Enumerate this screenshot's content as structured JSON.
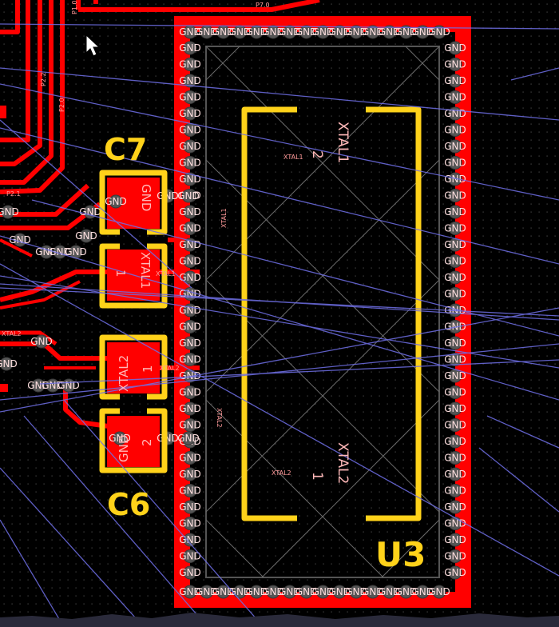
{
  "designators": {
    "c7": "C7",
    "c6": "C6",
    "u3": "U3"
  },
  "pads": {
    "c7_top": "GND",
    "c7_bottom_net": "XTAL1",
    "c7_bottom_num": "1",
    "c6_top_net": "XTAL2",
    "c6_top_num": "1",
    "c6_bottom_net": "GND",
    "c6_bottom_num": "2",
    "u3_pad2_net": "XTAL1",
    "u3_pad2_num": "2",
    "u3_pad1_net": "XTAL2",
    "u3_pad1_num": "1"
  },
  "via_label": "GND",
  "trace_labels": {
    "p1_0": "P1.0",
    "p7_0": "P7.0",
    "p2_0": "P2.0",
    "p2_1": "P2.1",
    "p2_2": "P2.2",
    "xtal1": "XTAL1",
    "xtal2": "XTAL2"
  },
  "colors": {
    "copper": "#ff0000",
    "silkscreen": "#ffd21a",
    "via": "#555555",
    "ratsnest": "#6f6fe6",
    "grid_dot": "#4a4a4a",
    "background": "#000000"
  }
}
